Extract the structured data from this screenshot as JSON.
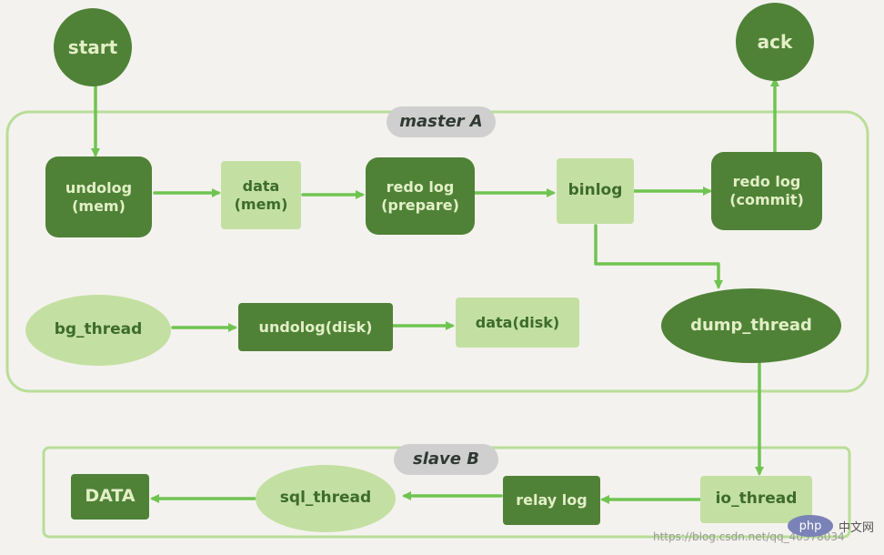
{
  "groups": {
    "master": "master A",
    "slave": "slave B"
  },
  "nodes": {
    "start": "start",
    "ack": "ack",
    "undolog_mem": "undolog\n(mem)",
    "data_mem": "data\n(mem)",
    "redo_prepare": "redo log\n(prepare)",
    "binlog": "binlog",
    "redo_commit": "redo log\n(commit)",
    "bg_thread": "bg_thread",
    "undolog_disk": "undolog(disk)",
    "data_disk": "data(disk)",
    "dump_thread": "dump_thread",
    "io_thread": "io_thread",
    "relay_log": "relay log",
    "sql_thread": "sql_thread",
    "DATA": "DATA"
  },
  "watermark": {
    "url": "https://blog.csdn.net/qq_40378034",
    "logo": "php",
    "site": "中文网"
  },
  "colors": {
    "dark": "#4f8237",
    "light": "#c3e0a2",
    "arrow": "#6fc451",
    "group_border": "#b9dd99",
    "tag_bg": "#cfcfcf"
  }
}
